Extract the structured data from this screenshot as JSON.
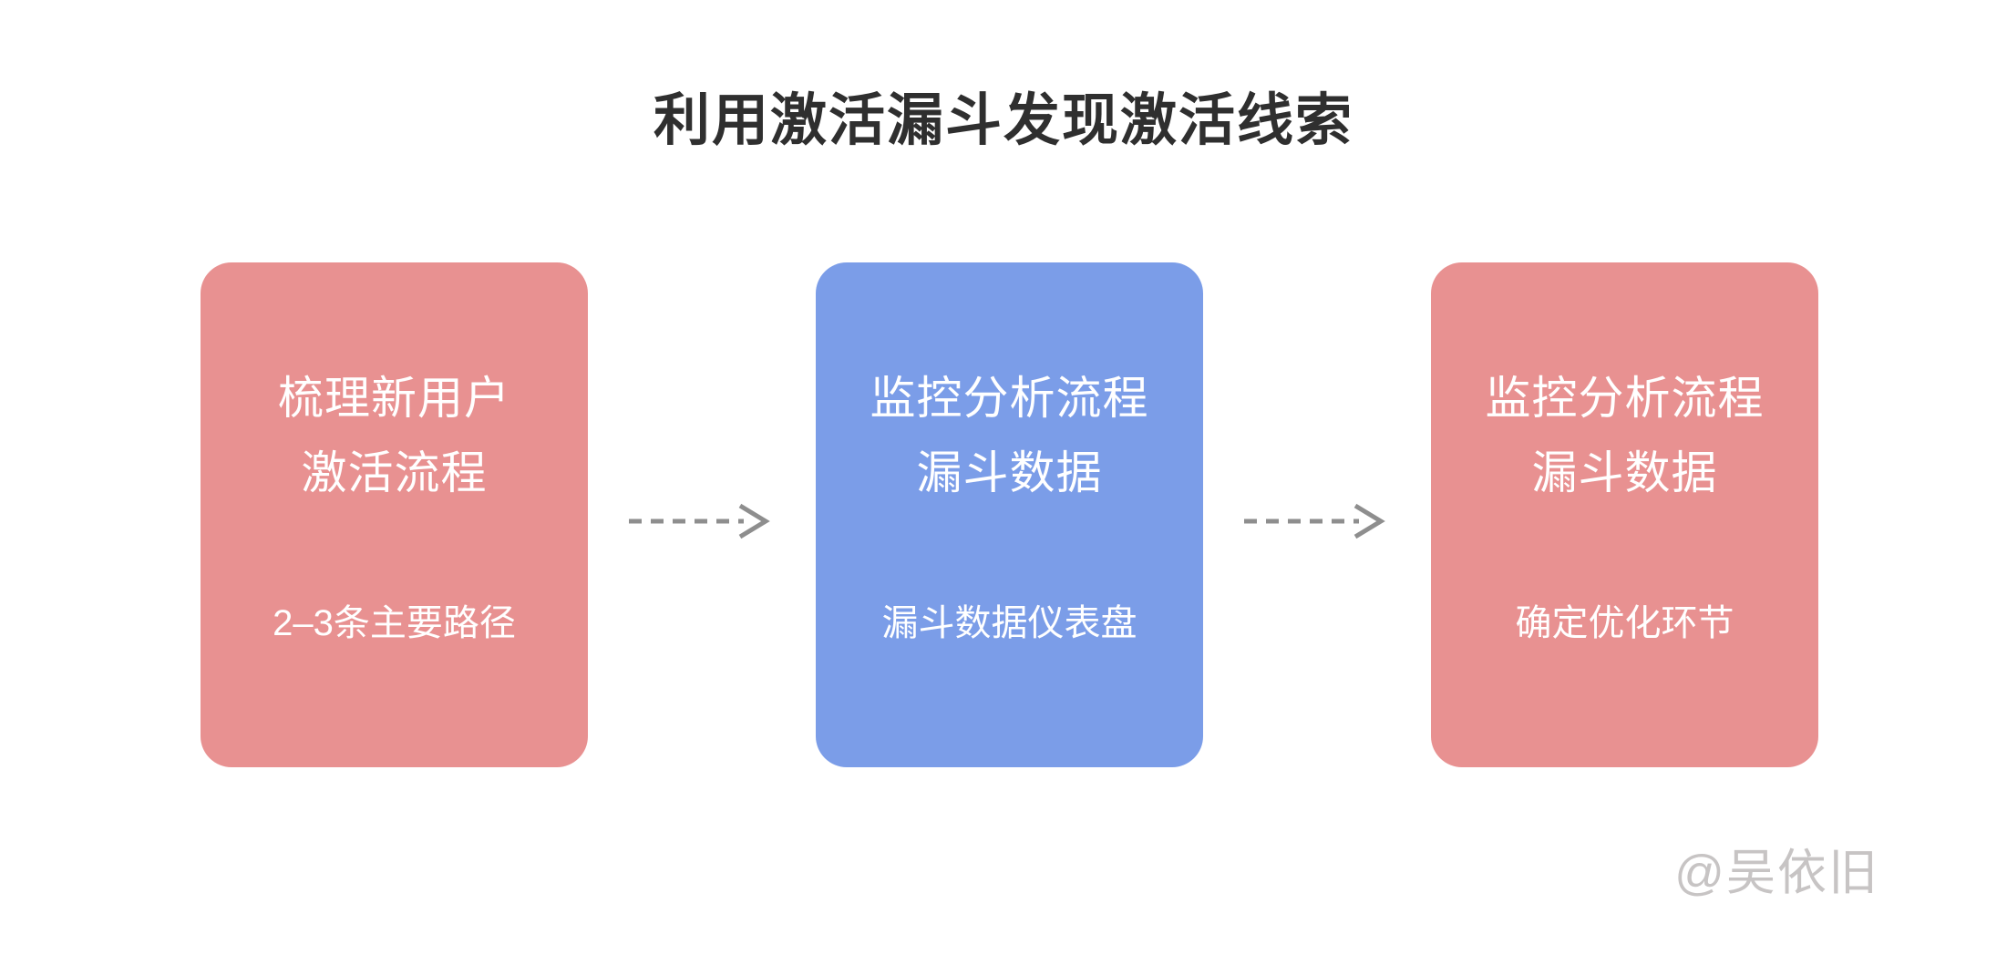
{
  "title": "利用激活漏斗发现激活线索",
  "watermark": "@吴依旧",
  "steps": [
    {
      "main_line1": "梳理新用户",
      "main_line2": "激活流程",
      "sub": "2–3条主要路径",
      "bg_color": "#E89191"
    },
    {
      "main_line1": "监控分析流程",
      "main_line2": "漏斗数据",
      "sub": "漏斗数据仪表盘",
      "bg_color": "#7B9DE8"
    },
    {
      "main_line1": "监控分析流程",
      "main_line2": "漏斗数据",
      "sub": "确定优化环节",
      "bg_color": "#E89191"
    }
  ],
  "colors": {
    "background": "#FFFFFF",
    "title_text": "#2F2F2F",
    "box_text": "#FFFFFF",
    "pink_box": "#E89191",
    "blue_box": "#7B9DE8",
    "arrow": "#8E8E8E",
    "watermark_text": "#C7C4C4"
  }
}
